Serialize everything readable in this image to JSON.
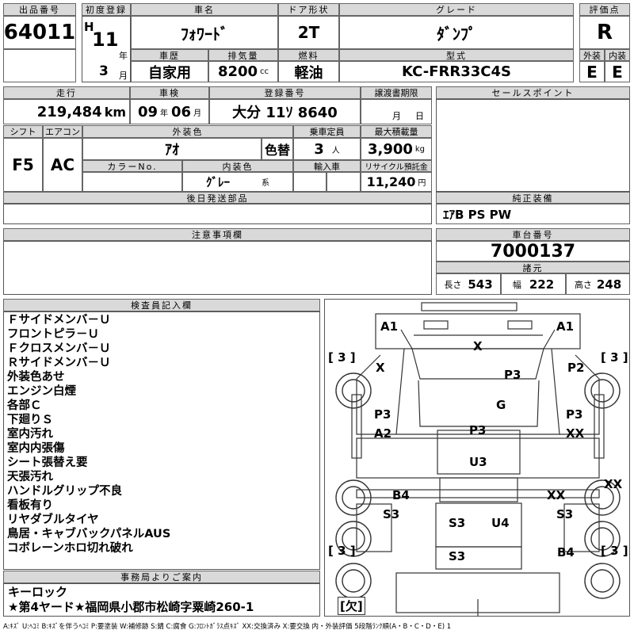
{
  "header": {
    "lot_no_label": "出品番号",
    "lot_no": "64011",
    "first_reg_label": "初度登録",
    "era": "H",
    "year": "11",
    "year_unit": "年",
    "month": "3",
    "month_unit": "月",
    "car_name_label": "車名",
    "car_name": "ﾌｫﾜｰﾄﾞ",
    "door_label": "ドア形状",
    "door": "2T",
    "grade_label": "グレード",
    "grade": "ﾀﾞﾝﾌﾟ",
    "score_label": "評価点",
    "score": "R",
    "history_label": "車歴",
    "history": "自家用",
    "displacement_label": "排気量",
    "displacement": "8200",
    "displacement_unit": "cc",
    "fuel_label": "燃料",
    "fuel": "軽油",
    "model_label": "型式",
    "model": "KC-FRR33C4S",
    "exterior_label": "外装",
    "exterior": "E",
    "interior_label": "内装",
    "interior": "E"
  },
  "row2": {
    "mileage_label": "走行",
    "mileage": "219,484",
    "mileage_unit": "km",
    "inspection_label": "車検",
    "inspection_year": "09",
    "inspection_year_unit": "年",
    "inspection_month": "06",
    "inspection_month_unit": "月",
    "plate_label": "登録番号",
    "plate": "大分 11ｿ 8640",
    "transfer_label": "譲渡書期限",
    "transfer_month_unit": "月",
    "transfer_day_unit": "日",
    "sales_point_label": "セールスポイント"
  },
  "row3": {
    "shift_label": "シフト",
    "shift": "F5",
    "ac_label": "エアコン",
    "ac": "AC",
    "color_label": "外装色",
    "color": "ｱｵ",
    "color_change": "色替",
    "capacity_label": "乗車定員",
    "capacity": "3",
    "capacity_unit": "人",
    "max_load_label": "最大積載量",
    "max_load": "3,900",
    "max_load_unit": "kg",
    "color_no_label": "カラーNo.",
    "interior_color_label": "内装色",
    "interior_color": "ｸﾞﾚｰ",
    "interior_color_suffix": "系",
    "import_label": "輸入車",
    "recycle_label": "リサイクル預託金",
    "recycle": "11,240",
    "recycle_unit": "円"
  },
  "later_parts_label": "後日発送部品",
  "genuine_label": "純正装備",
  "genuine": "ｴｱB PS PW",
  "caution_label": "注意事項欄",
  "chassis_label": "車台番号",
  "chassis": "7000137",
  "dims_label": "諸元",
  "dims": {
    "length_label": "長さ",
    "length": "543",
    "width_label": "幅",
    "width": "222",
    "height_label": "高さ",
    "height": "248"
  },
  "inspector_label": "検査員記入欄",
  "inspector_notes": [
    "Ｆサイドメンバ－Ｕ",
    "フロントピラ－Ｕ",
    "Ｆクロスメンバ－Ｕ",
    "Ｒサイドメンバ－Ｕ",
    "外装色あせ",
    "エンジン白煙",
    "各部Ｃ",
    "下廻りＳ",
    "室内汚れ",
    "室内内張傷",
    "シート張替え要",
    "天張汚れ",
    "ハンドルグリップ不良",
    "看板有り",
    "リヤダブルタイヤ",
    "鳥居・キャブバックパネルAUS",
    "コボレーンホロ切れ破れ"
  ],
  "office_label": "事務局よりご案内",
  "office_notes": [
    "キーロック",
    "★第4ヤード★福岡県小郡市松崎字粟崎260-1"
  ],
  "diagram": {
    "marks": [
      "A1",
      "A1",
      "X",
      "X",
      "P3",
      "P2",
      "G",
      "P3",
      "P3",
      "A2",
      "P3",
      "XX",
      "U3",
      "XX",
      "B4",
      "XX",
      "S3",
      "S3",
      "U4",
      "S3",
      "B4",
      "S3"
    ],
    "tires": [
      "[ 3 ]",
      "[ 3 ]",
      "[ 3 ]",
      "[ 3 ]"
    ],
    "spare": "[欠]"
  },
  "legend": "A:ｷｽﾞ U:ﾍｺﾐ B:ｷｽﾞを伴うﾍｺﾐ P:要塗装 W:補修跡 S:錆 C:腐食 G:ﾌﾛﾝﾄｶﾞﾗｽ点ｷｽﾞ XX:交換済み X:要交換 内・外装評価 5段階ﾗﾝｸ順(A・B・C・D・E) 1"
}
